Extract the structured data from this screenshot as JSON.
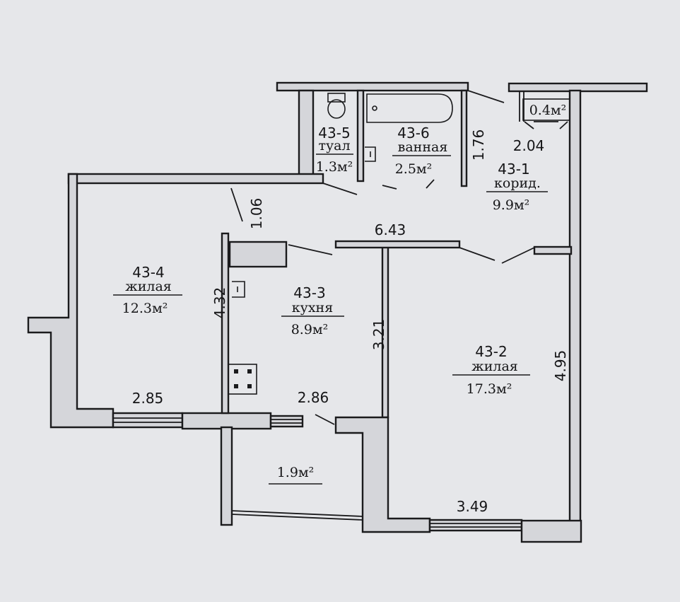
{
  "rooms": {
    "corridor": {
      "id": "43-1",
      "name": "корид.",
      "area": "9.9м²"
    },
    "living_large": {
      "id": "43-2",
      "name": "жилая",
      "area": "17.3м²"
    },
    "kitchen": {
      "id": "43-3",
      "name": "кухня",
      "area": "8.9м²"
    },
    "living_small": {
      "id": "43-4",
      "name": "жилая",
      "area": "12.3м²"
    },
    "toilet": {
      "id": "43-5",
      "name": "туал",
      "area": "1.3м²"
    },
    "bathroom": {
      "id": "43-6",
      "name": "ванная",
      "area": "2.5м²"
    },
    "closet": {
      "area": "0.4м²"
    },
    "balcony": {
      "area": "1.9м²"
    }
  },
  "dimensions": {
    "d_1_76": "1.76",
    "d_2_04": "2.04",
    "d_1_06": "1.06",
    "d_6_43": "6.43",
    "d_4_32": "4.32",
    "d_3_21": "3.21",
    "d_4_95": "4.95",
    "d_2_85": "2.85",
    "d_2_86": "2.86",
    "d_3_49": "3.49"
  }
}
